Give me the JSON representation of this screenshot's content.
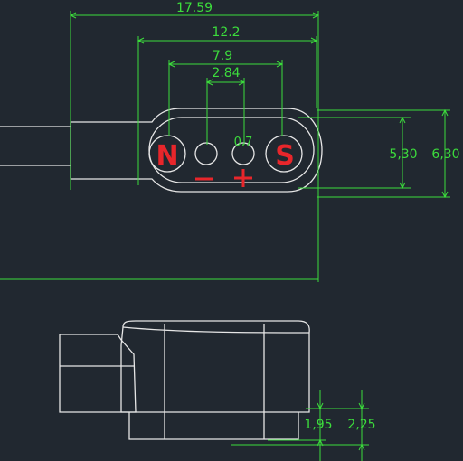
{
  "dimensions": {
    "overall_width": "17.59",
    "body_width": "12.2",
    "pin_span": "7.9",
    "pin_pitch": "2.84",
    "pin_diameter": "0.7",
    "inner_height": "5,30",
    "outer_height": "6,30",
    "pin_height": "1,95",
    "total_height": "2,25"
  },
  "poles": {
    "north": "N",
    "south": "S"
  },
  "colors": {
    "background": "#212830",
    "dimension_lines": "#3cdc3c",
    "outline": "#e6e6e6",
    "pole_marks": "#e8262b"
  }
}
